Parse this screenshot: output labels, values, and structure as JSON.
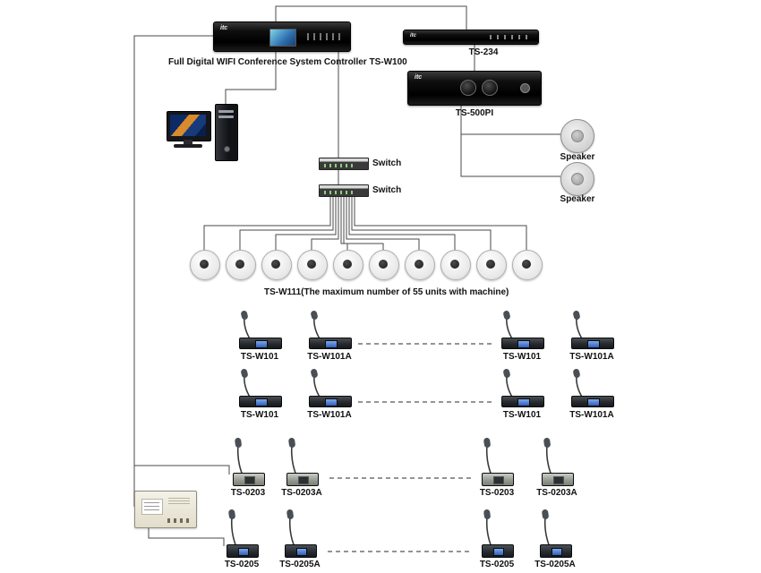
{
  "brand": "itc",
  "labels": {
    "controller": "Full Digital WIFI Conference System Controller TS-W100",
    "ts234": "TS-234",
    "ts500pi": "TS-500PI",
    "speaker1": "Speaker",
    "speaker2": "Speaker",
    "switch1": "Switch",
    "switch2": "Switch",
    "tsw111": "TS-W111(The maximum number of 55 units with machine)"
  },
  "mics": {
    "row1": [
      "TS-W101",
      "TS-W101A",
      "TS-W101",
      "TS-W101A"
    ],
    "row2": [
      "TS-W101",
      "TS-W101A",
      "TS-W101",
      "TS-W101A"
    ],
    "row3": [
      "TS-0203",
      "TS-0203A",
      "TS-0203",
      "TS-0203A"
    ],
    "row4": [
      "TS-0205",
      "TS-0205A",
      "TS-0205",
      "TS-0205A"
    ]
  }
}
